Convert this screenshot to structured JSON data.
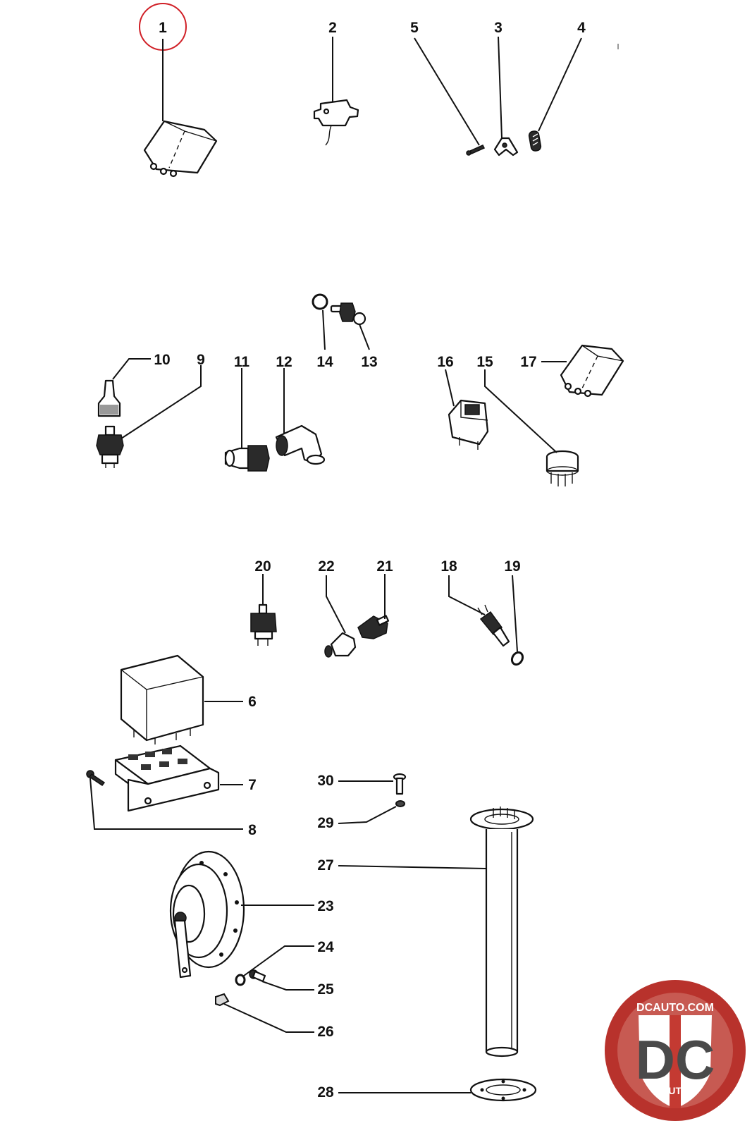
{
  "diagram": {
    "highlight_color": "#d01f26",
    "line_color": "#111111",
    "highlighted_callout": "1",
    "callouts": [
      {
        "id": "c1",
        "label": "1"
      },
      {
        "id": "c2",
        "label": "2"
      },
      {
        "id": "c3",
        "label": "3"
      },
      {
        "id": "c4",
        "label": "4"
      },
      {
        "id": "c5",
        "label": "5"
      },
      {
        "id": "c6",
        "label": "6"
      },
      {
        "id": "c7",
        "label": "7"
      },
      {
        "id": "c8",
        "label": "8"
      },
      {
        "id": "c9",
        "label": "9"
      },
      {
        "id": "c10",
        "label": "10"
      },
      {
        "id": "c11",
        "label": "11"
      },
      {
        "id": "c12",
        "label": "12"
      },
      {
        "id": "c13",
        "label": "13"
      },
      {
        "id": "c14",
        "label": "14"
      },
      {
        "id": "c15",
        "label": "15"
      },
      {
        "id": "c16",
        "label": "16"
      },
      {
        "id": "c17",
        "label": "17"
      },
      {
        "id": "c18",
        "label": "18"
      },
      {
        "id": "c19",
        "label": "19"
      },
      {
        "id": "c20",
        "label": "20"
      },
      {
        "id": "c21",
        "label": "21"
      },
      {
        "id": "c22",
        "label": "22"
      },
      {
        "id": "c23",
        "label": "23"
      },
      {
        "id": "c24",
        "label": "24"
      },
      {
        "id": "c25",
        "label": "25"
      },
      {
        "id": "c26",
        "label": "26"
      },
      {
        "id": "c27",
        "label": "27"
      },
      {
        "id": "c28",
        "label": "28"
      },
      {
        "id": "c29",
        "label": "29"
      },
      {
        "id": "c30",
        "label": "30"
      }
    ]
  },
  "watermark": {
    "top_text": "DCAUTO.COM",
    "letters": "DC",
    "bottom_text": "AUTO",
    "colors": {
      "ring": "#b8322c",
      "inner": "#c75a52",
      "shield": "#ffffff",
      "letters": "#4a4a4a"
    }
  }
}
